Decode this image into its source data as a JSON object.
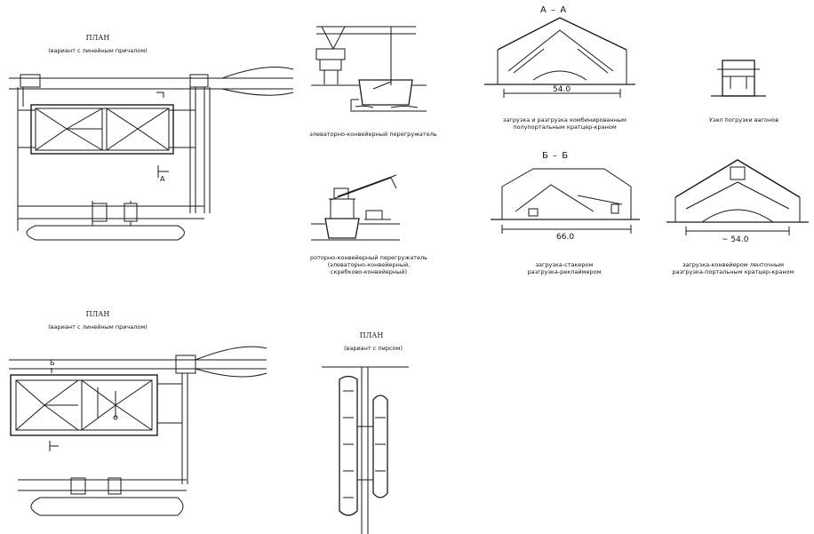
{
  "plan1": {
    "title": "ПЛАН",
    "subtitle": "(вариант с линейным причалом)",
    "section_mark": "А"
  },
  "plan2": {
    "title": "ПЛАН",
    "subtitle": "(вариант с линейным причалом)",
    "section_mark": "Б"
  },
  "plan3": {
    "title": "ПЛАН",
    "subtitle": "(вариант с пирсом)"
  },
  "captions": {
    "elevator": "элеваторно-конвейерный перегружатель",
    "rotor": "роторно-конвейерный перегружатель\n(элеваторно-конвейерный,\nскребково-конвейерный)",
    "aa": "загрузка и разгрузка комбинированным\nполупортальным кратцер-краном",
    "wagon": "Узел погрузки вагонов",
    "bb_left": "загрузка-стакером\nразгрузка-реклаймером",
    "bb_right": "загрузка-конвейером ленточным\nразгрузка-портальным кратцер-краном"
  },
  "sections": {
    "aa": "А – А",
    "bb": "Б – Б"
  },
  "dims": {
    "aa": "54.0",
    "bb_left": "66.0",
    "bb_right": "~ 54.0"
  }
}
